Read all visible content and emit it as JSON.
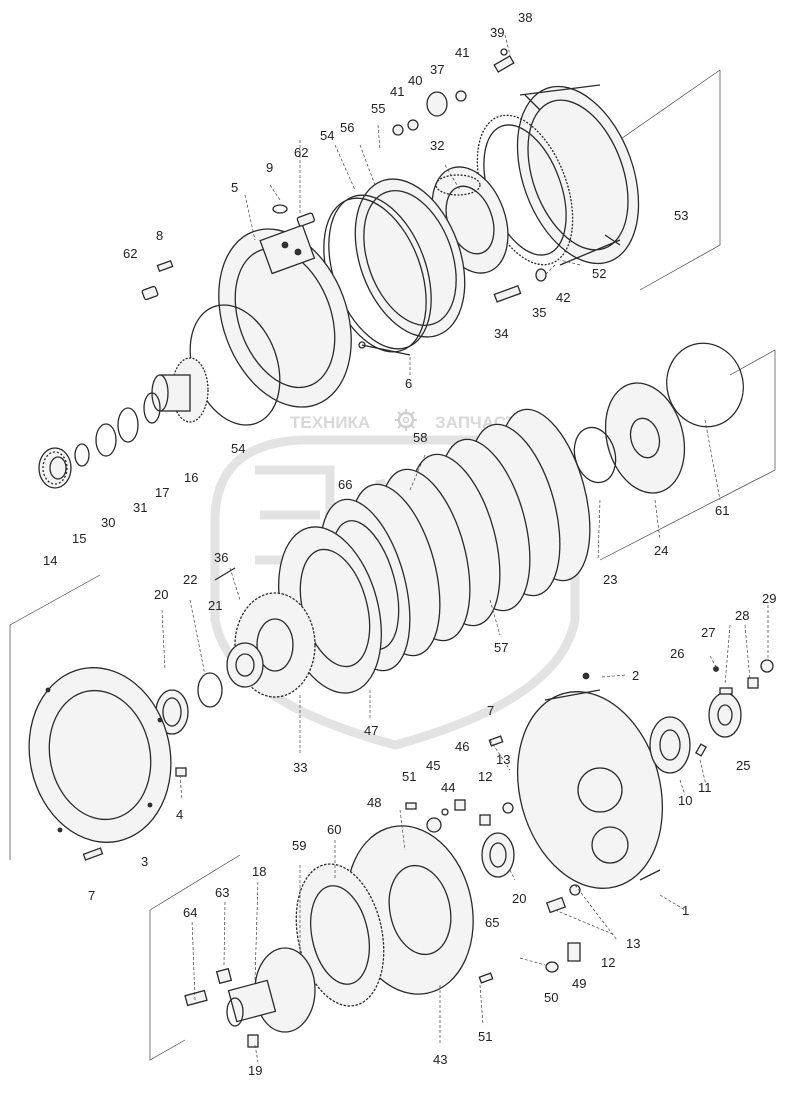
{
  "watermark": {
    "left": "ТЕХНИКА",
    "right": "ЗАПЧАСТИ",
    "icon": "gear-icon"
  },
  "labels": {
    "p1": "1",
    "p2": "2",
    "p3": "3",
    "p4": "4",
    "p5": "5",
    "p6": "6",
    "p7a": "7",
    "p7b": "7",
    "p8": "8",
    "p9": "9",
    "p10": "10",
    "p11": "11",
    "p12a": "12",
    "p12b": "12",
    "p13a": "13",
    "p13b": "13",
    "p14": "14",
    "p15": "15",
    "p16": "16",
    "p17": "17",
    "p18": "18",
    "p19": "19",
    "p20a": "20",
    "p20b": "20",
    "p21": "21",
    "p22": "22",
    "p23": "23",
    "p24": "24",
    "p25": "25",
    "p26": "26",
    "p27": "27",
    "p28": "28",
    "p29": "29",
    "p30": "30",
    "p31": "31",
    "p32": "32",
    "p33": "33",
    "p34": "34",
    "p35": "35",
    "p36": "36",
    "p37": "37",
    "p38": "38",
    "p39": "39",
    "p40": "40",
    "p41a": "41",
    "p41b": "41",
    "p42": "42",
    "p43": "43",
    "p44": "44",
    "p45": "45",
    "p46": "46",
    "p47": "47",
    "p48": "48",
    "p49": "49",
    "p50": "50",
    "p51a": "51",
    "p51b": "51",
    "p52": "52",
    "p53": "53",
    "p54a": "54",
    "p54b": "54",
    "p55": "55",
    "p56": "56",
    "p57": "57",
    "p58": "58",
    "p59": "59",
    "p60": "60",
    "p61": "61",
    "p62a": "62",
    "p62b": "62",
    "p63": "63",
    "p64": "64",
    "p65": "65",
    "p66": "66"
  }
}
